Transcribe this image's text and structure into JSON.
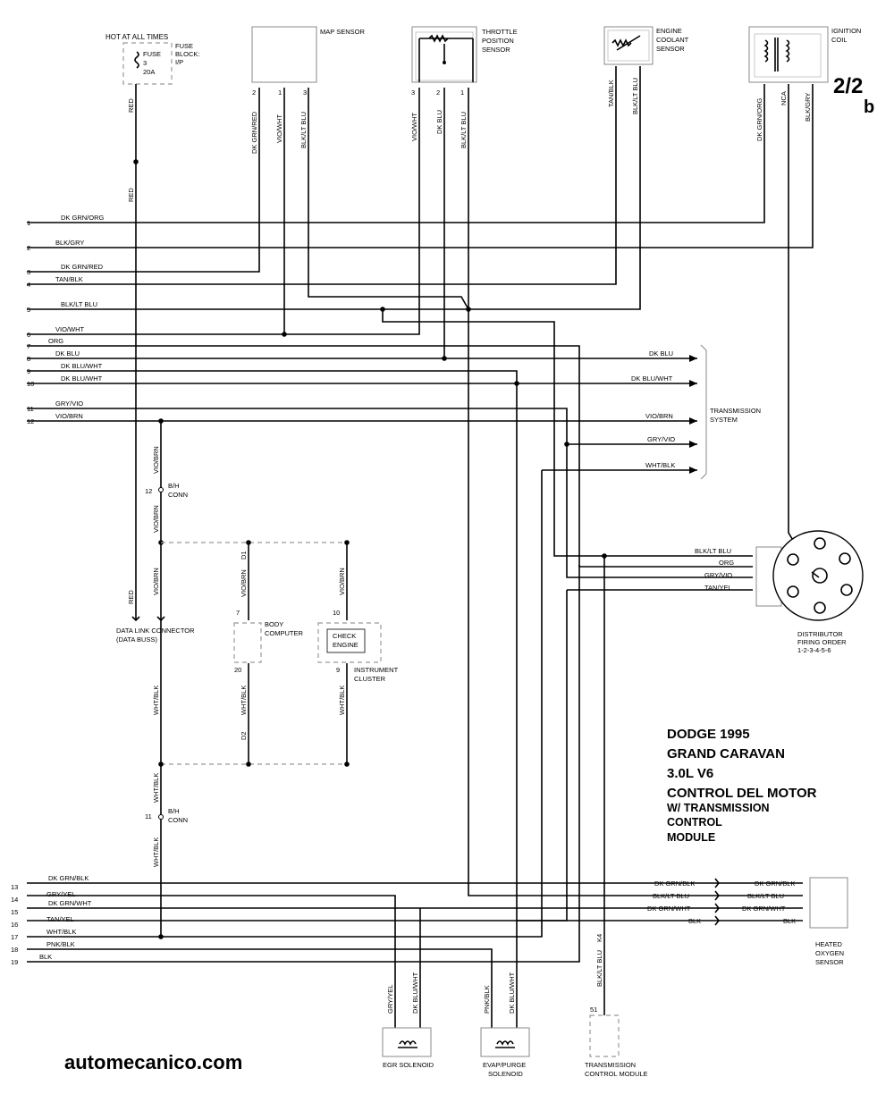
{
  "page_id": {
    "main": "2/2",
    "sub": "b"
  },
  "title": {
    "line1": "DODGE 1995",
    "line2": "GRAND CARAVAN",
    "line3": "3.0L  V6",
    "line4": "CONTROL DEL MOTOR",
    "line5": "W/  TRANSMISSION",
    "line6": "CONTROL",
    "line7": "MODULE"
  },
  "website": "automecanico.com",
  "components": {
    "hot": "HOT AT ALL TIMES",
    "fuse": [
      "FUSE",
      "3",
      "20A"
    ],
    "fuse_block": [
      "FUSE",
      "BLOCK:",
      "I/P"
    ],
    "map": "MAP SENSOR",
    "tps": [
      "THROTTLE",
      "POSITION",
      "SENSOR"
    ],
    "ect": [
      "ENGINE",
      "COOLANT",
      "SENSOR"
    ],
    "coil": [
      "IGNITION",
      "COIL"
    ],
    "transmission": [
      "TRANSMISSION",
      "SYSTEM"
    ],
    "distributor": [
      "DISTRIBUTOR",
      "FIRING ORDER",
      "1-2-3-4-5-6"
    ],
    "dlc": [
      "DATA LINK CONNECTOR",
      "(DATA BUSS)"
    ],
    "body_computer": [
      "BODY",
      "COMPUTER"
    ],
    "check_engine": [
      "CHECK",
      "ENGINE"
    ],
    "instrument": [
      "INSTRUMENT",
      "CLUSTER"
    ],
    "bh_conn": [
      "B/H",
      "CONN"
    ],
    "oxygen": [
      "HEATED",
      "OXYGEN",
      "SENSOR"
    ],
    "egr": "EGR SOLENOID",
    "evap": [
      "EVAP/PURGE",
      "SOLENOID"
    ],
    "tcm": [
      "TRANSMISSION",
      "CONTROL MODULE"
    ]
  },
  "pins": {
    "map": [
      "2",
      "1",
      "3"
    ],
    "tps": [
      "3",
      "2",
      "1"
    ],
    "bc_top": "7",
    "bc_bottom": "20",
    "ic_top": "10",
    "ic_bottom": "9",
    "bh_upper": "12",
    "bh_lower": "11",
    "tcm": "51",
    "d1": "D1",
    "d2": "D2",
    "k4": "K4"
  },
  "wires_top": {
    "red1": "RED",
    "red2": "RED",
    "red3": "RED",
    "map": [
      "DK GRN/RED",
      "VIO/WHT",
      "BLK/LT BLU"
    ],
    "tps": [
      "VIO/WHT",
      "DK BLU",
      "BLK/LT BLU"
    ],
    "ect": [
      "TAN/BLK",
      "BLK/LT BLU"
    ],
    "coil": [
      "DK GRN/ORG",
      "NCA",
      "BLK/GRY"
    ]
  },
  "wires_mid": {
    "vio_brn_1": "VIO/BRN",
    "vio_brn_2": "VIO/BRN",
    "vio_brn_3": "VIO/BRN",
    "bc_vio_brn": "VIO/BRN",
    "ic_vio_brn": "VIO/BRN",
    "wht_blk_1": "WHT/BLK",
    "bc_wht_blk": "WHT/BLK",
    "ic_wht_blk": "WHT/BLK",
    "wht_blk_2": "WHT/BLK",
    "wht_blk_3": "WHT/BLK"
  },
  "rows": [
    {
      "n": "1",
      "label": "DK GRN/ORG"
    },
    {
      "n": "2",
      "label": "BLK/GRY"
    },
    {
      "n": "3",
      "label": "DK GRN/RED"
    },
    {
      "n": "4",
      "label": "TAN/BLK"
    },
    {
      "n": "5",
      "label": "BLK/LT BLU"
    },
    {
      "n": "6",
      "label": "VIO/WHT"
    },
    {
      "n": "7",
      "label": "ORG"
    },
    {
      "n": "8",
      "label": "DK BLU"
    },
    {
      "n": "9",
      "label": "DK BLU/WHT"
    },
    {
      "n": "10",
      "label": "DK BLU/WHT"
    },
    {
      "n": "11",
      "label": "GRY/VIO"
    },
    {
      "n": "12",
      "label": "VIO/BRN"
    },
    {
      "n": "13",
      "label": "DK GRN/BLK"
    },
    {
      "n": "14",
      "label": "GRY/YEL"
    },
    {
      "n": "15",
      "label": "DK GRN/WHT"
    },
    {
      "n": "16",
      "label": "TAN/YEL"
    },
    {
      "n": "17",
      "label": "WHT/BLK"
    },
    {
      "n": "18",
      "label": "PNK/BLK"
    },
    {
      "n": "19",
      "label": "BLK"
    }
  ],
  "trans_arrows": [
    "DK BLU",
    "DK BLU/WHT",
    "VIO/BRN",
    "GRY/VIO",
    "WHT/BLK"
  ],
  "dist_wires": [
    "BLK/LT BLU",
    "ORG",
    "GRY/VIO",
    "TAN/YEL"
  ],
  "o2_left": [
    "DK GRN/BLK",
    "BLK/LT BLU",
    "DK GRN/WHT",
    "BLK"
  ],
  "o2_right": [
    "DK GRN/BLK",
    "BLK/LT BLU",
    "DK GRN/WHT",
    "BLK"
  ],
  "bottom_wires": {
    "egr": [
      "GRY/YEL",
      "DK BLU/WHT"
    ],
    "evap": [
      "PNK/BLK",
      "DK BLU/WHT"
    ],
    "tcm": "BLK/LT BLU"
  }
}
